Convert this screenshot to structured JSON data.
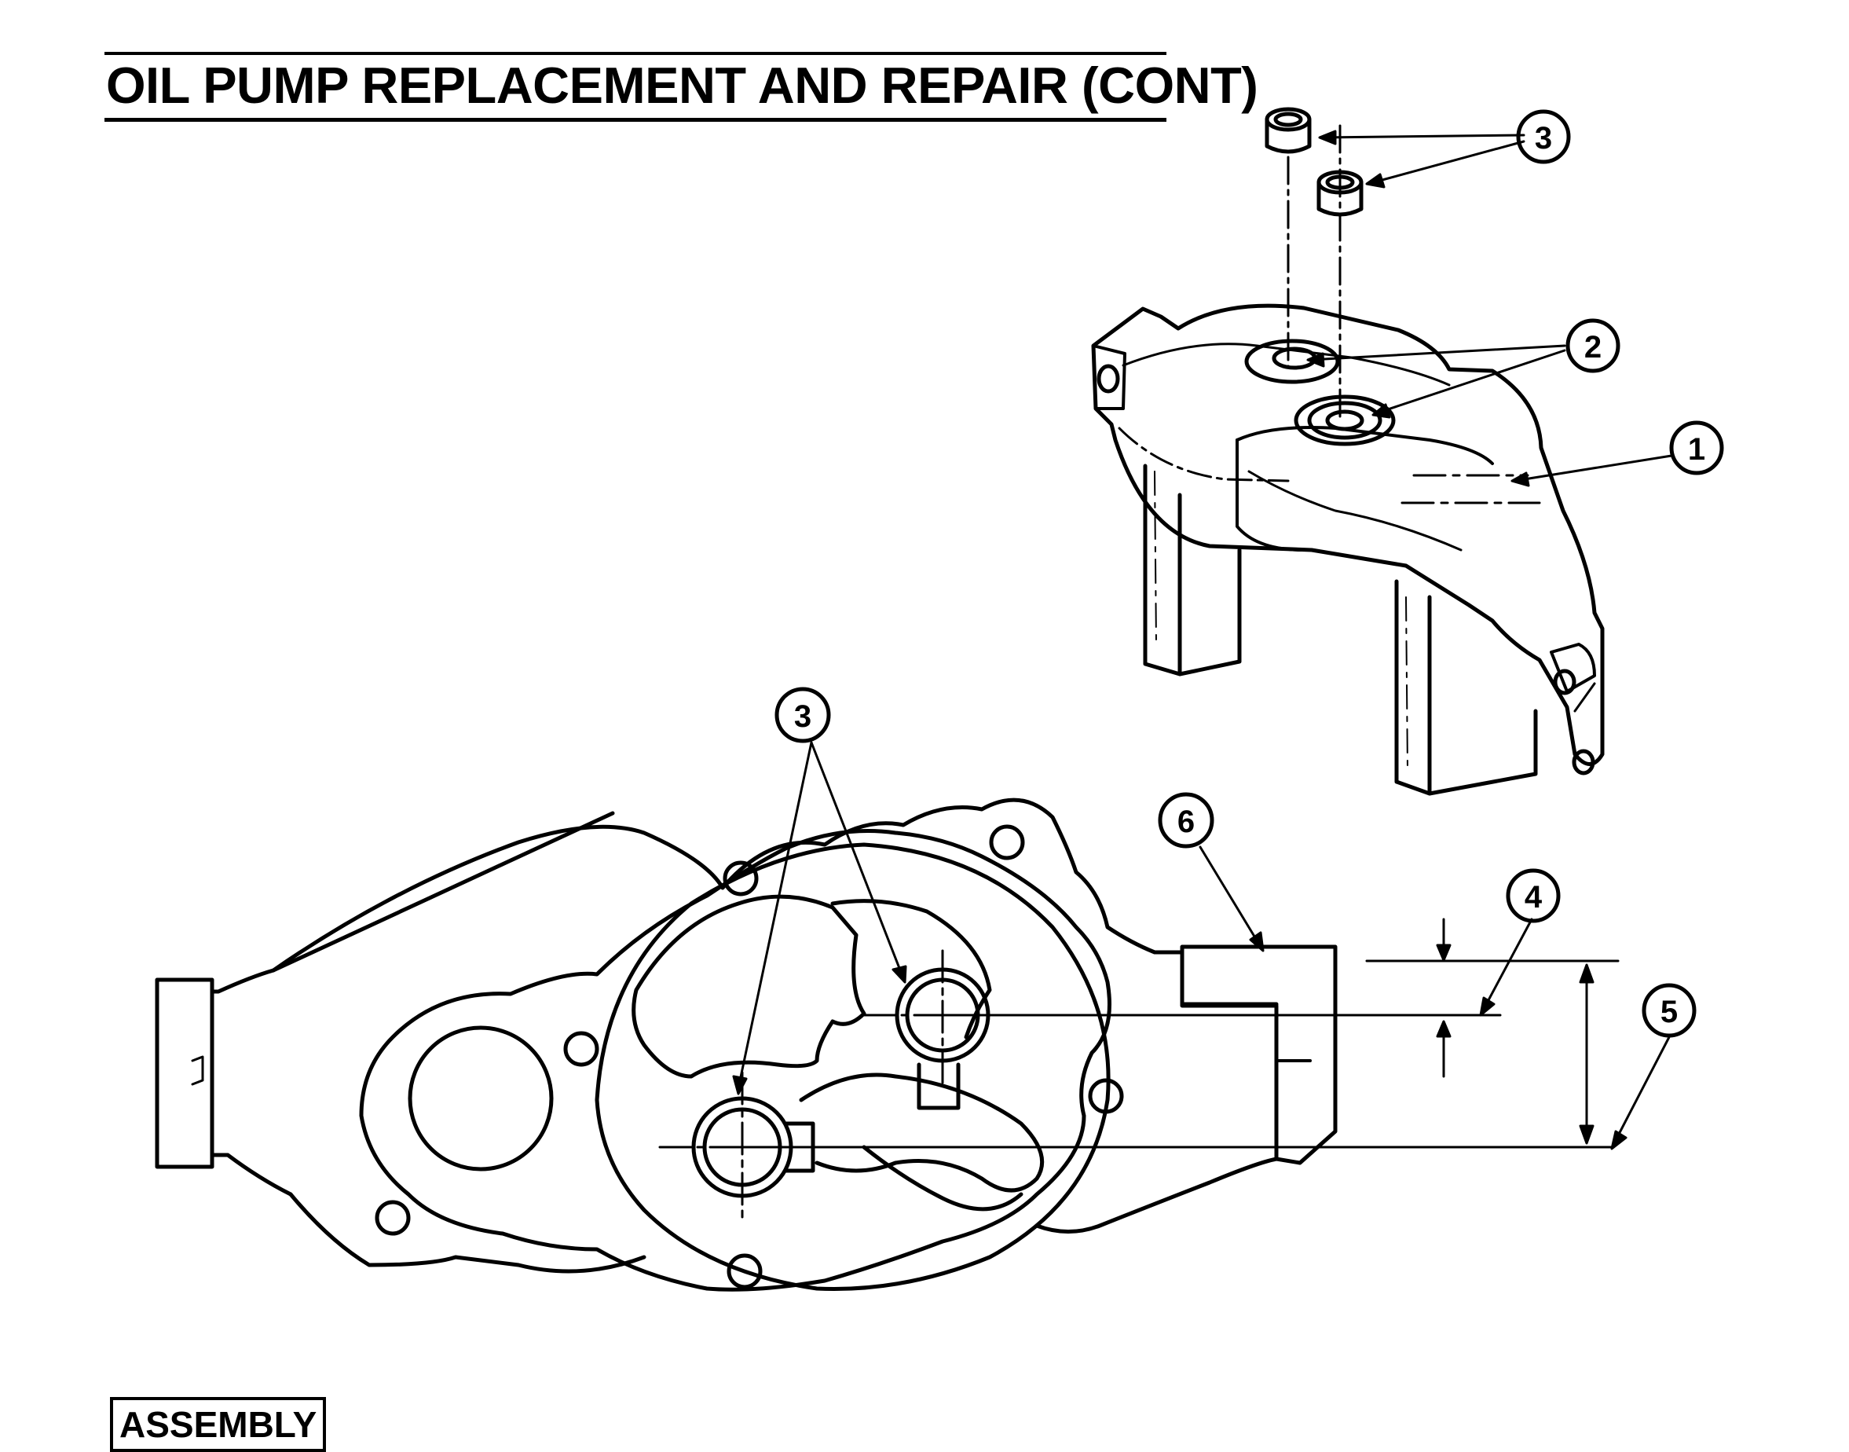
{
  "page": {
    "title": "OIL PUMP REPLACEMENT AND REPAIR (CONT)",
    "section_label": "ASSEMBLY"
  },
  "callouts": {
    "upper_3": "3",
    "upper_2": "2",
    "upper_1": "1",
    "lower_3": "3",
    "lower_6": "6",
    "lower_4": "4",
    "lower_5": "5"
  }
}
